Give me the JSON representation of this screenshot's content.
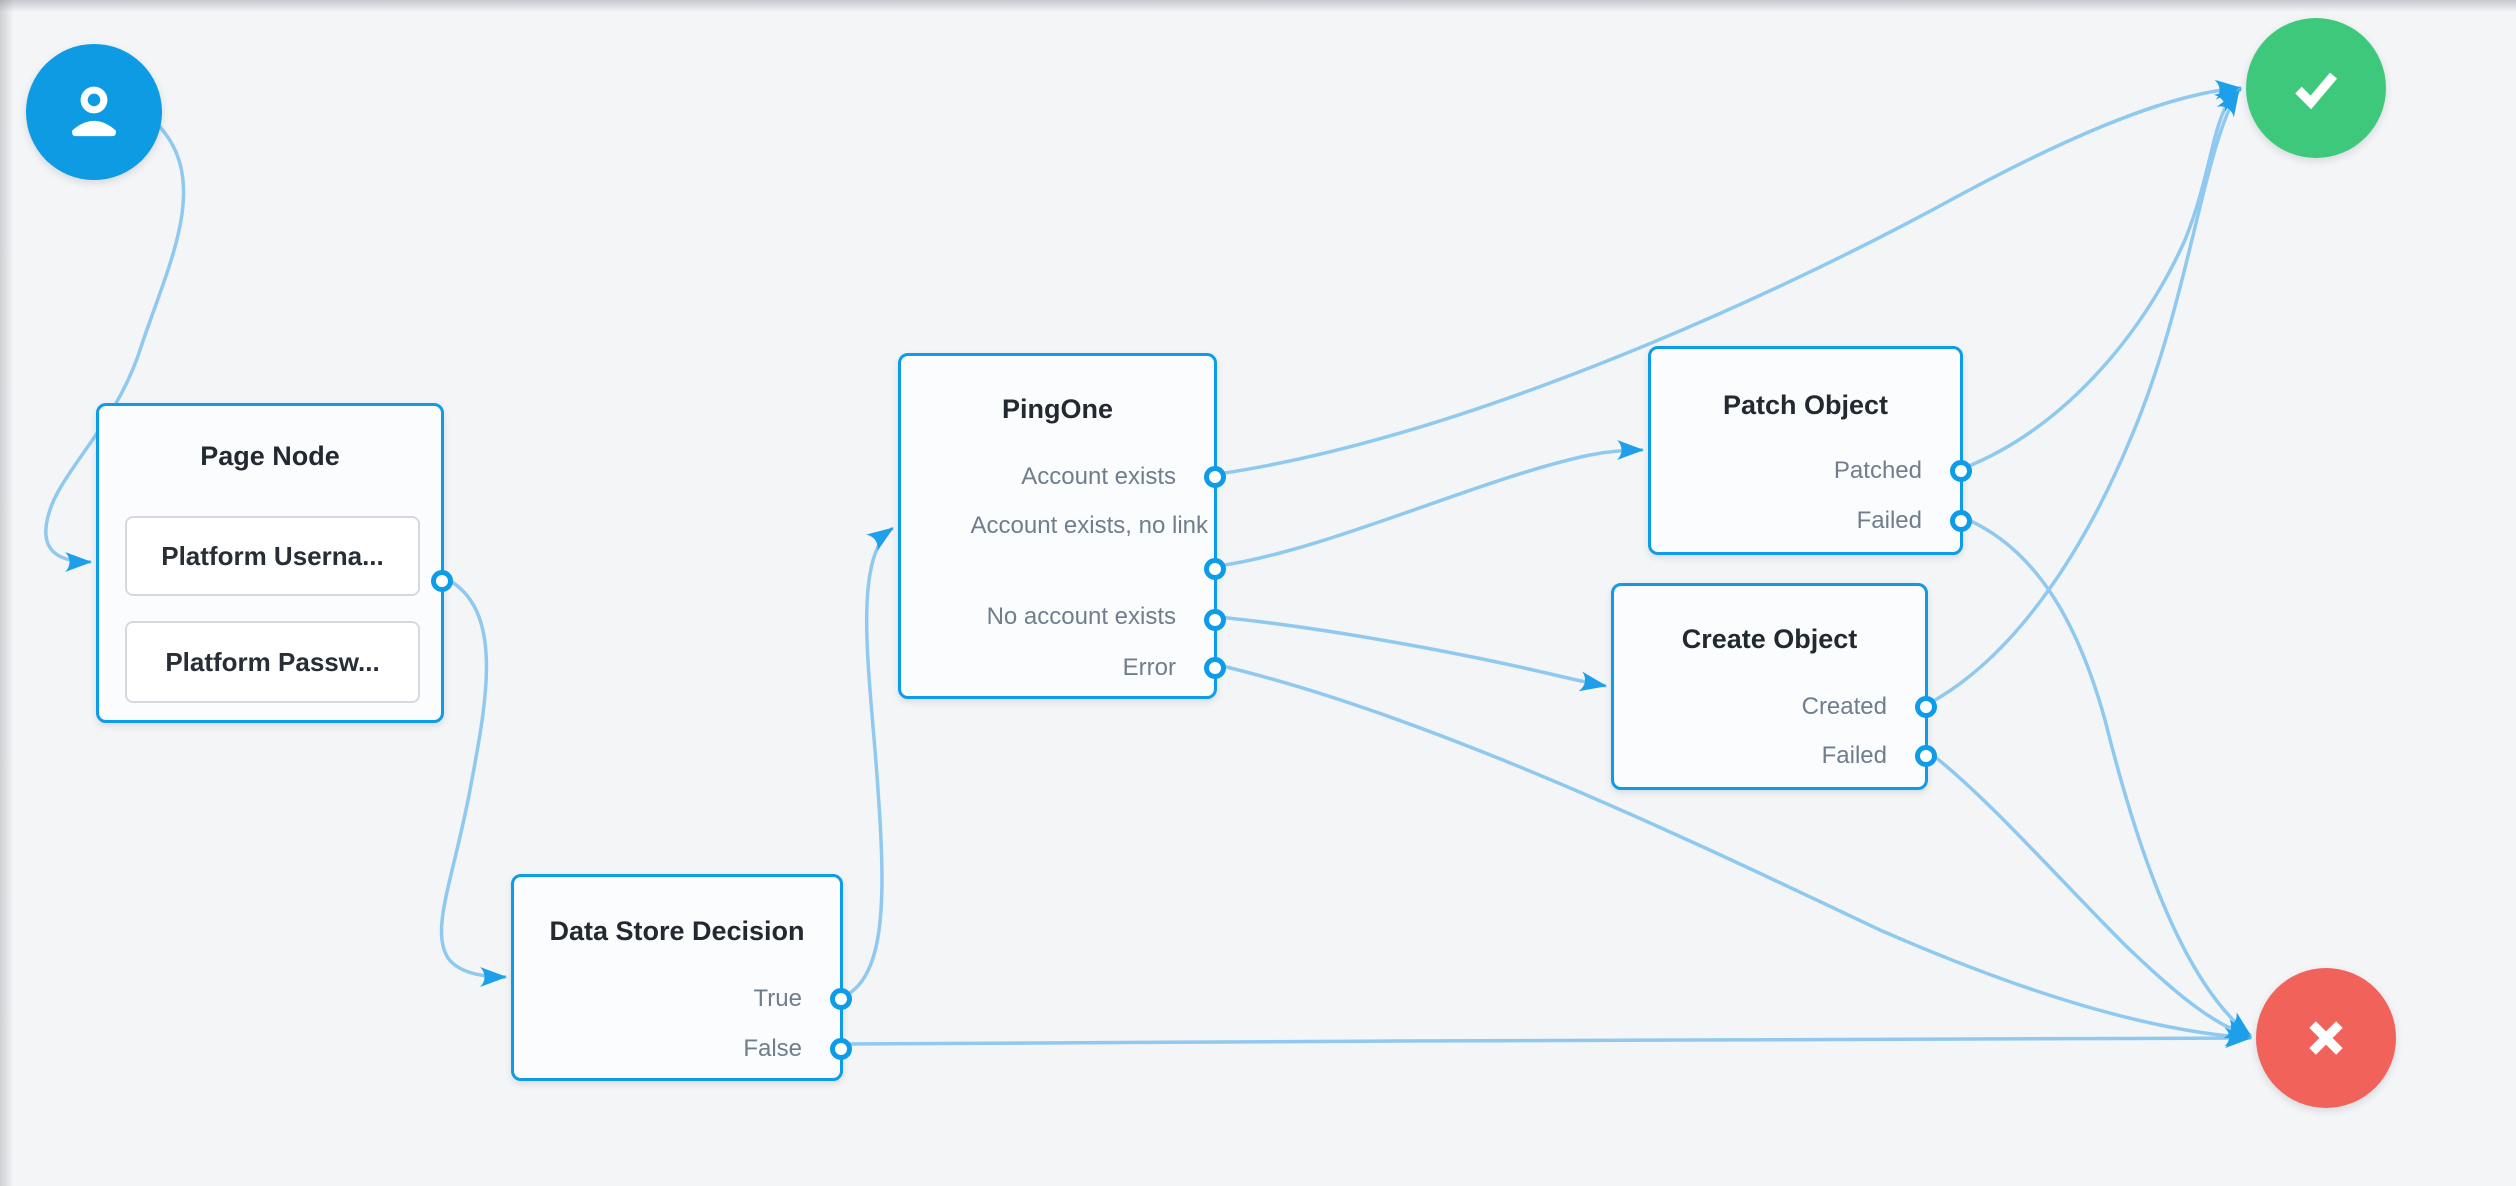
{
  "canvas": {
    "background_color": "#f4f5f7",
    "edge_color": "#8fc9f0",
    "arrow_color": "#1e9fe9",
    "node_border_color": "#0d9ce9",
    "port_color": "#0d9ce9"
  },
  "nodes": {
    "start": {
      "type": "user-start",
      "icon": "user-icon",
      "color": "#0d9be4"
    },
    "page_node": {
      "title": "Page Node",
      "fields": [
        "Platform Userna...",
        "Platform Passw..."
      ]
    },
    "data_store_decision": {
      "title": "Data Store Decision",
      "outputs": [
        "True",
        "False"
      ]
    },
    "pingone": {
      "title": "PingOne",
      "outputs": [
        "Account exists",
        "Account exists, no link",
        "No account exists",
        "Error"
      ]
    },
    "patch_object": {
      "title": "Patch Object",
      "outputs": [
        "Patched",
        "Failed"
      ]
    },
    "create_object": {
      "title": "Create Object",
      "outputs": [
        "Created",
        "Failed"
      ]
    },
    "success": {
      "type": "success-end",
      "icon": "check-icon",
      "color": "#3dc87c"
    },
    "failure": {
      "type": "failure-end",
      "icon": "x-icon",
      "color": "#f1635a"
    }
  },
  "edges": [
    {
      "from": "start",
      "to": "page_node"
    },
    {
      "from": "page_node",
      "to": "data_store_decision"
    },
    {
      "from": "data_store_decision",
      "port": "True",
      "to": "pingone"
    },
    {
      "from": "data_store_decision",
      "port": "False",
      "to": "failure"
    },
    {
      "from": "pingone",
      "port": "Account exists",
      "to": "success"
    },
    {
      "from": "pingone",
      "port": "Account exists, no link",
      "to": "patch_object"
    },
    {
      "from": "pingone",
      "port": "No account exists",
      "to": "create_object"
    },
    {
      "from": "pingone",
      "port": "Error",
      "to": "failure"
    },
    {
      "from": "patch_object",
      "port": "Patched",
      "to": "success"
    },
    {
      "from": "patch_object",
      "port": "Failed",
      "to": "failure"
    },
    {
      "from": "create_object",
      "port": "Created",
      "to": "success"
    },
    {
      "from": "create_object",
      "port": "Failed",
      "to": "failure"
    }
  ]
}
